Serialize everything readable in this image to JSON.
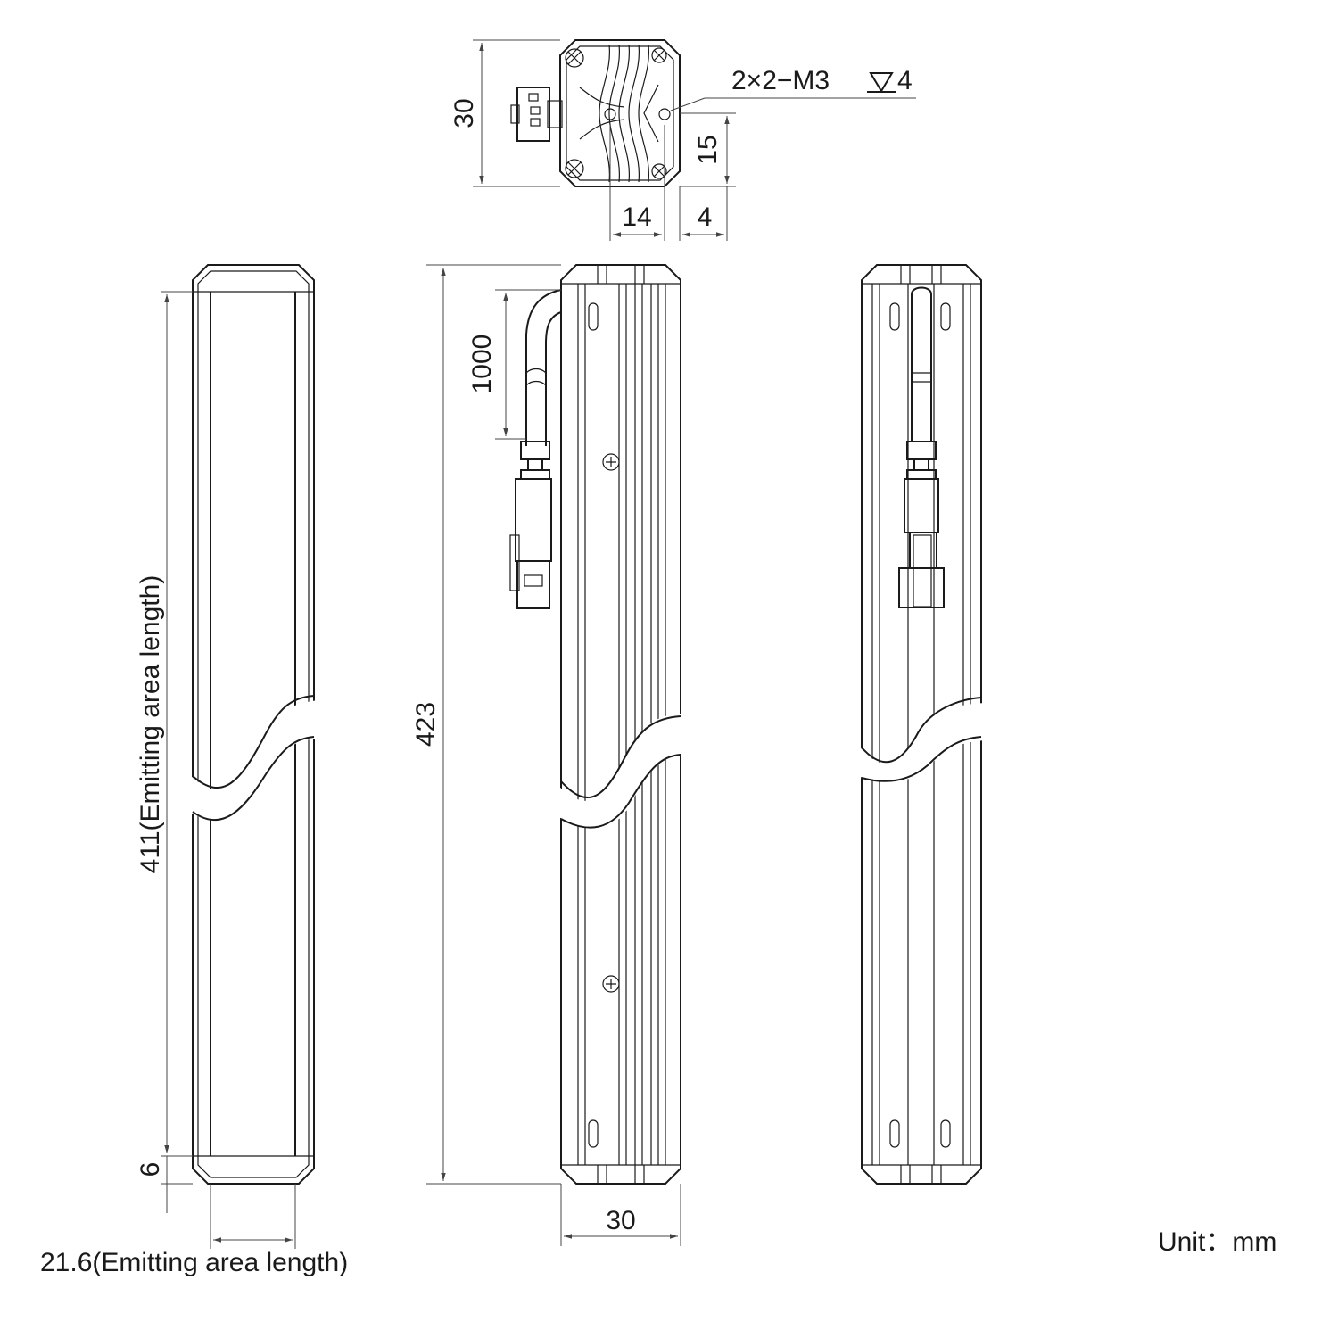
{
  "top_view": {
    "height_label": "30",
    "hole_note": "2×2−M3",
    "hole_depth": "4",
    "hole_offset_label": "15",
    "spacing_left_label": "14",
    "spacing_right_label": "4"
  },
  "front_view": {
    "emitting_length_label": "411(Emitting area length)",
    "end_offset_label": "6",
    "emitting_width_label": "21.6(Emitting area length)"
  },
  "side_view": {
    "length_label": "423",
    "cable_label": "1000",
    "width_label": "30"
  },
  "unit_label": "Unit：mm",
  "icons": [
    "depth-symbol-icon",
    "screw-head-icon",
    "connector-icon"
  ]
}
